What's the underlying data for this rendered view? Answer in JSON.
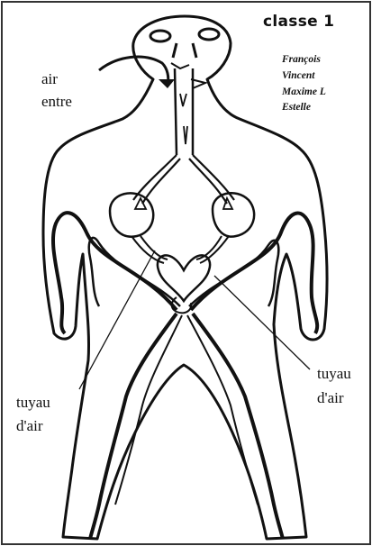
{
  "title": "classe 1",
  "authors": [
    "François",
    "Vincent",
    "Maxime L",
    "Estelle"
  ],
  "labels": {
    "air_in_line1": "air",
    "air_in_line2": "entre",
    "tube_left_line1": "tuyau",
    "tube_left_line2": "d'air",
    "tube_right_line1": "tuyau",
    "tube_right_line2": "d'air"
  },
  "colors": {
    "ink": "#111111",
    "paper": "#ffffff",
    "frame": "#333333"
  }
}
